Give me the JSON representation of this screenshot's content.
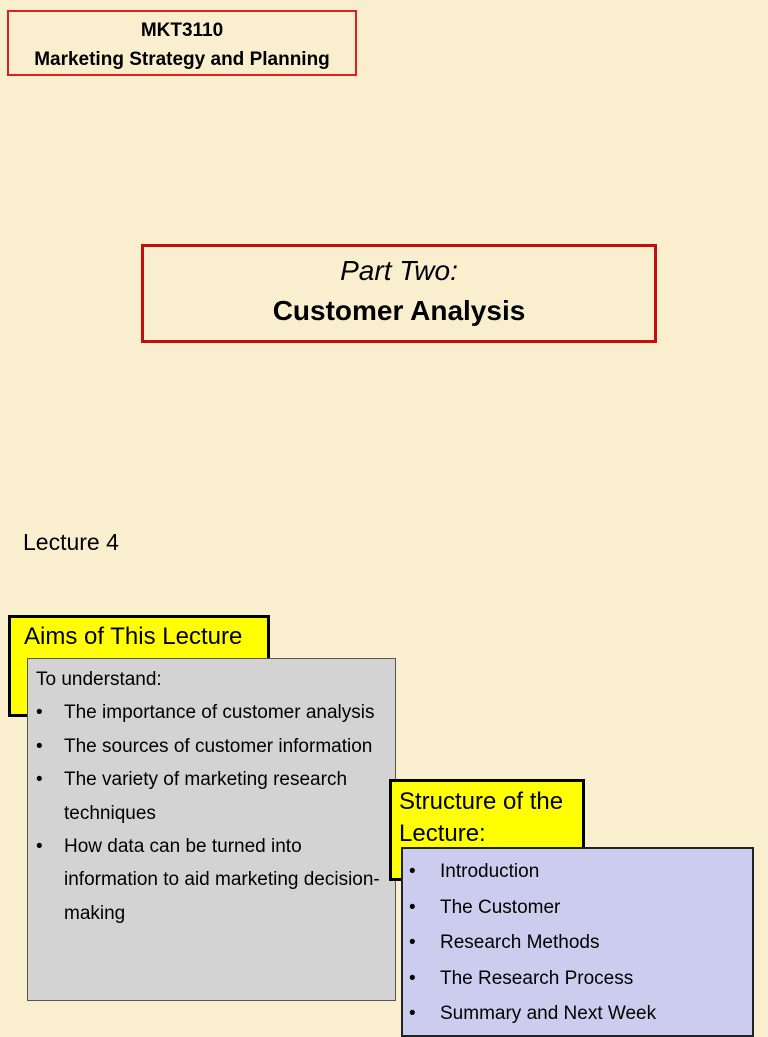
{
  "course": {
    "code": "MKT3110",
    "title": "Marketing Strategy and Planning"
  },
  "part": {
    "label": "Part Two:",
    "title": "Customer Analysis"
  },
  "lecture": "Lecture 4",
  "aims": {
    "heading": "Aims of This Lecture",
    "intro": "To understand:",
    "items": [
      "The importance of customer analysis",
      "The sources of customer information",
      "The variety of marketing research techniques",
      "How data can be turned into information to aid marketing decision-making"
    ]
  },
  "structure": {
    "heading": "Structure of the Lecture:",
    "items": [
      "Introduction",
      "The Customer",
      "Research Methods",
      "The Research Process",
      "Summary and Next Week"
    ]
  }
}
